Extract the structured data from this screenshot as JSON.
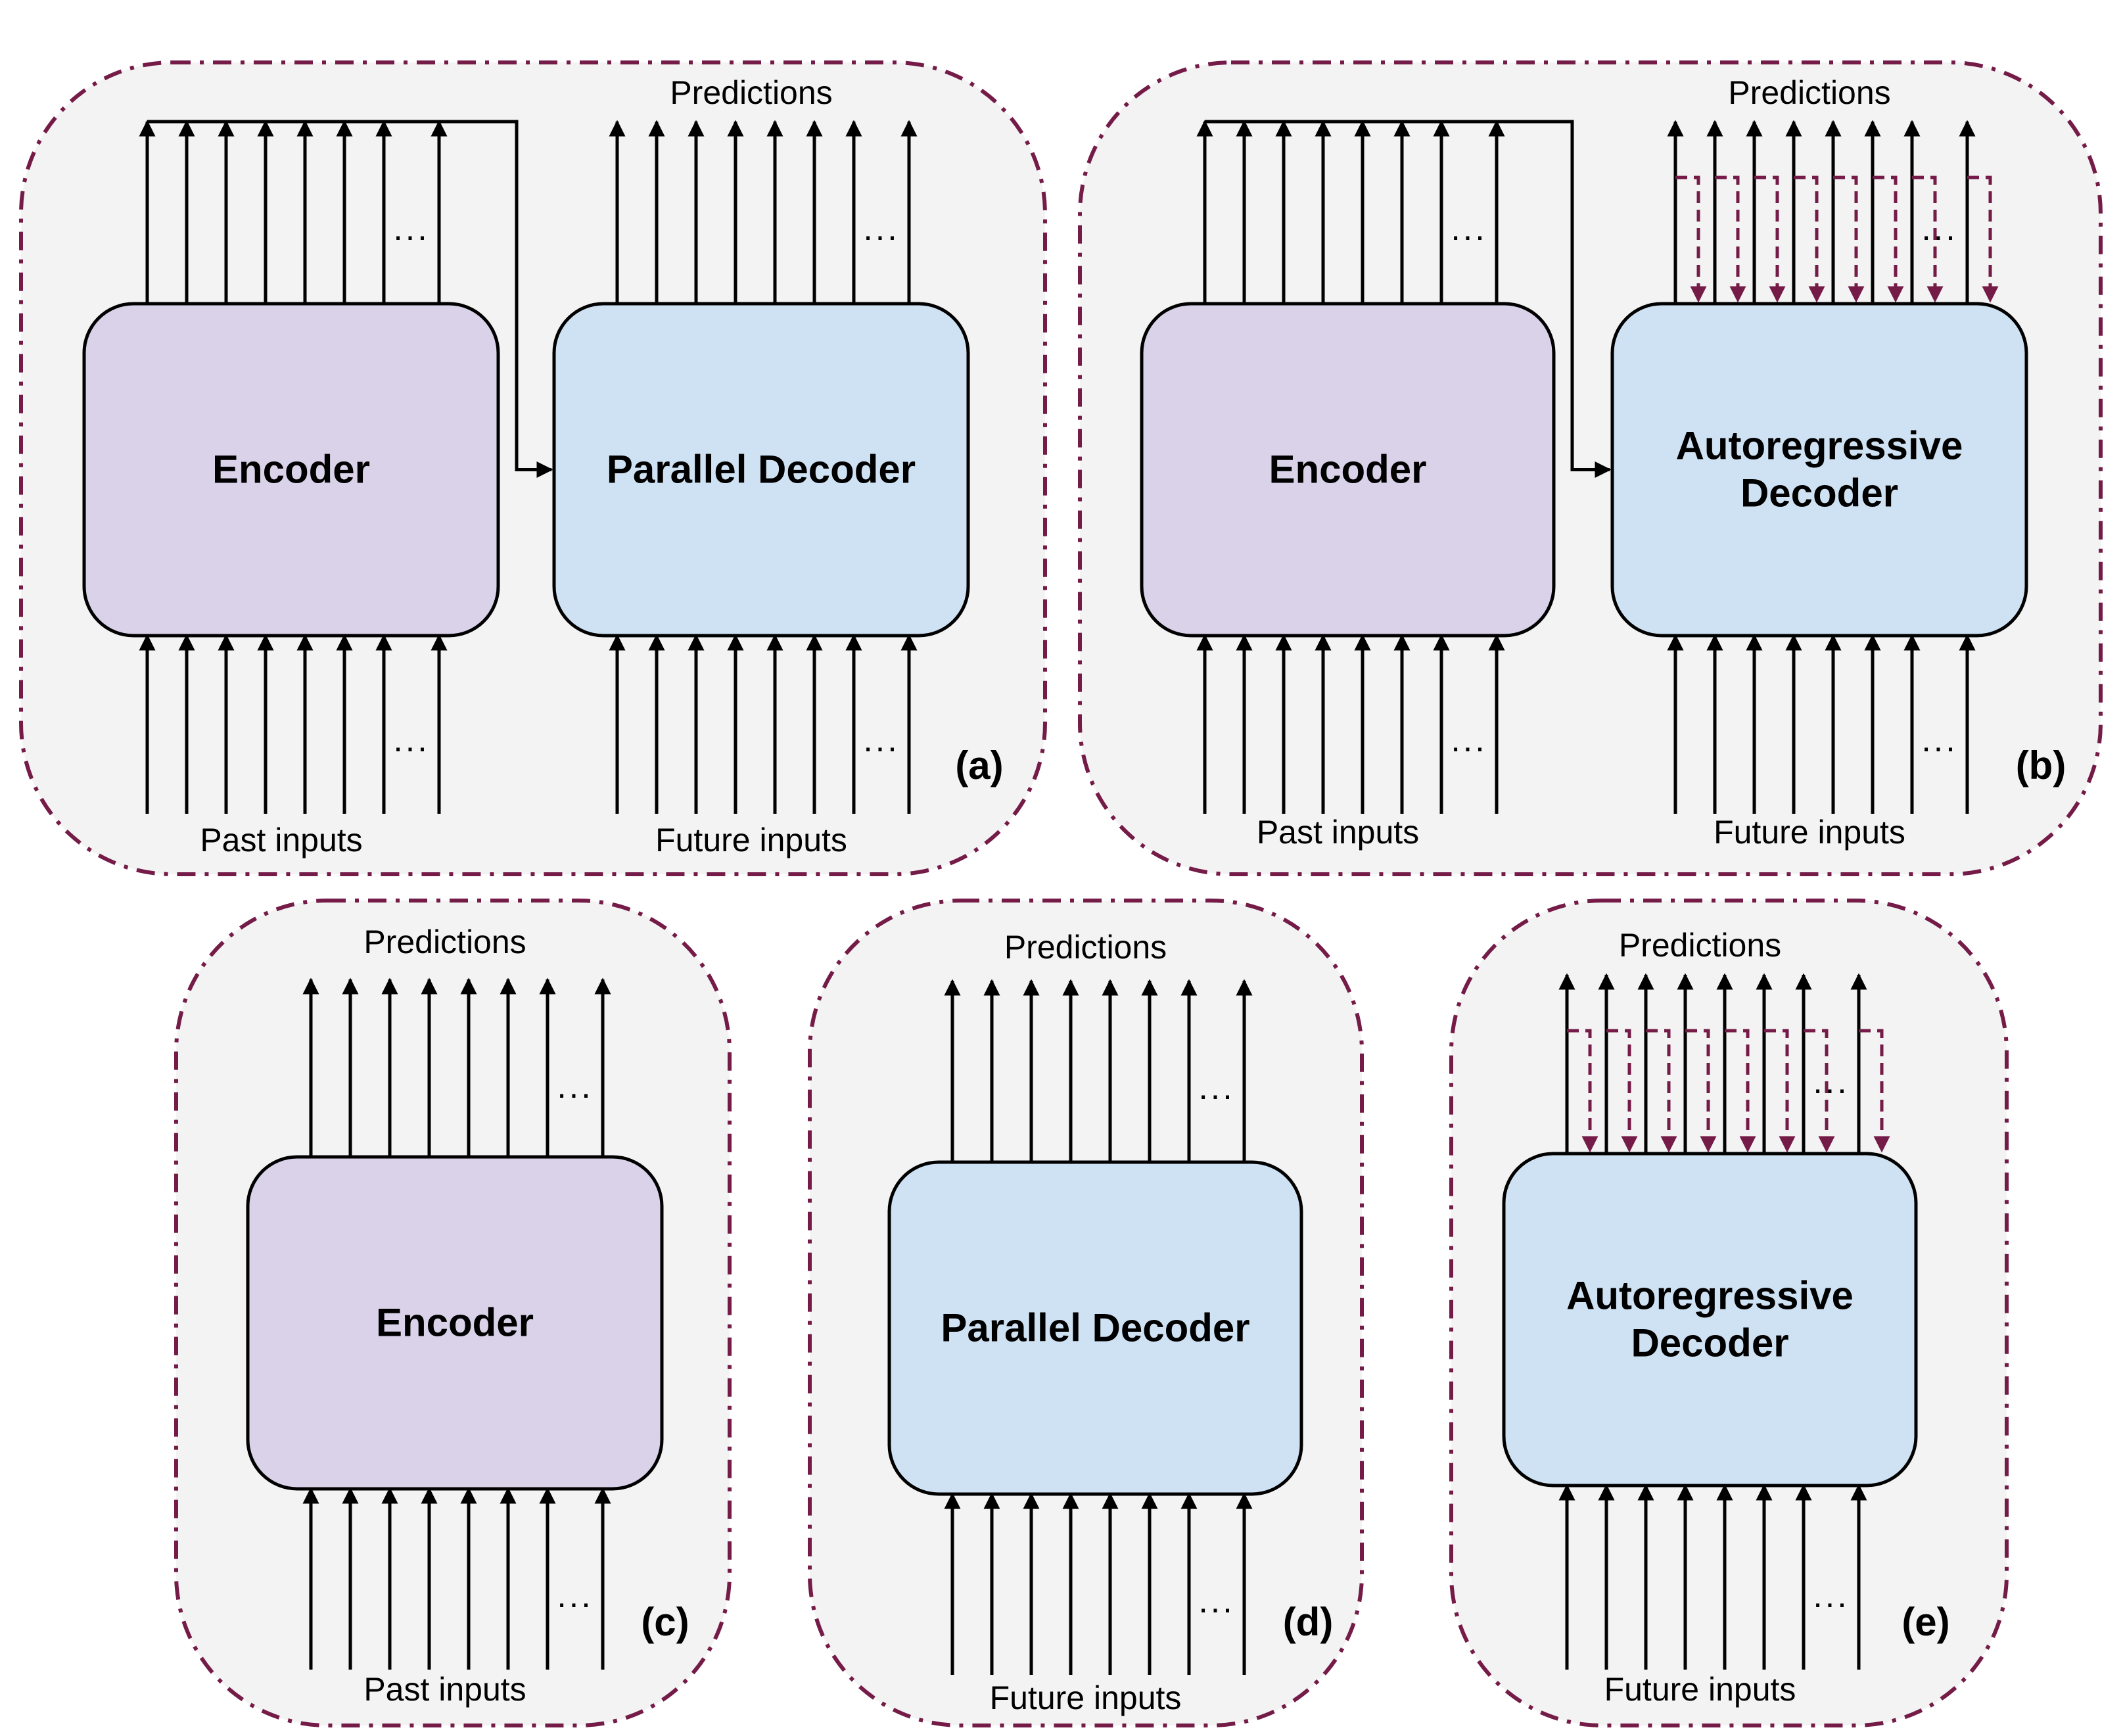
{
  "panels": [
    {
      "tag": "(a)",
      "blocks": [
        {
          "kind": "encoder",
          "lines": [
            "Encoder"
          ],
          "top_label": "",
          "bottom_label": "Past inputs"
        },
        {
          "kind": "decoder",
          "lines": [
            "Parallel Decoder"
          ],
          "top_label": "Predictions",
          "bottom_label": "Future inputs"
        }
      ],
      "encoder_feeds_decoder": true,
      "autoregressive_feedback": false
    },
    {
      "tag": "(b)",
      "blocks": [
        {
          "kind": "encoder",
          "lines": [
            "Encoder"
          ],
          "top_label": "",
          "bottom_label": "Past inputs"
        },
        {
          "kind": "decoder",
          "lines": [
            "Autoregressive",
            "Decoder"
          ],
          "top_label": "Predictions",
          "bottom_label": "Future inputs"
        }
      ],
      "encoder_feeds_decoder": true,
      "autoregressive_feedback": true
    },
    {
      "tag": "(c)",
      "blocks": [
        {
          "kind": "encoder",
          "lines": [
            "Encoder"
          ],
          "top_label": "Predictions",
          "bottom_label": "Past inputs"
        }
      ],
      "encoder_feeds_decoder": false,
      "autoregressive_feedback": false
    },
    {
      "tag": "(d)",
      "blocks": [
        {
          "kind": "decoder",
          "lines": [
            "Parallel Decoder"
          ],
          "top_label": "Predictions",
          "bottom_label": "Future inputs"
        }
      ],
      "encoder_feeds_decoder": false,
      "autoregressive_feedback": false
    },
    {
      "tag": "(e)",
      "blocks": [
        {
          "kind": "decoder",
          "lines": [
            "Autoregressive",
            "Decoder"
          ],
          "top_label": "Predictions",
          "bottom_label": "Future inputs"
        }
      ],
      "encoder_feeds_decoder": false,
      "autoregressive_feedback": true
    }
  ],
  "ellipsis": "...",
  "colors": {
    "frame_border": "#741b47",
    "frame_fill": "#f3f3f3",
    "encoder_fill": "#d9d2e9",
    "decoder_fill": "#cfe2f3",
    "arrow": "#000000",
    "feedback_arrow": "#741b47"
  }
}
